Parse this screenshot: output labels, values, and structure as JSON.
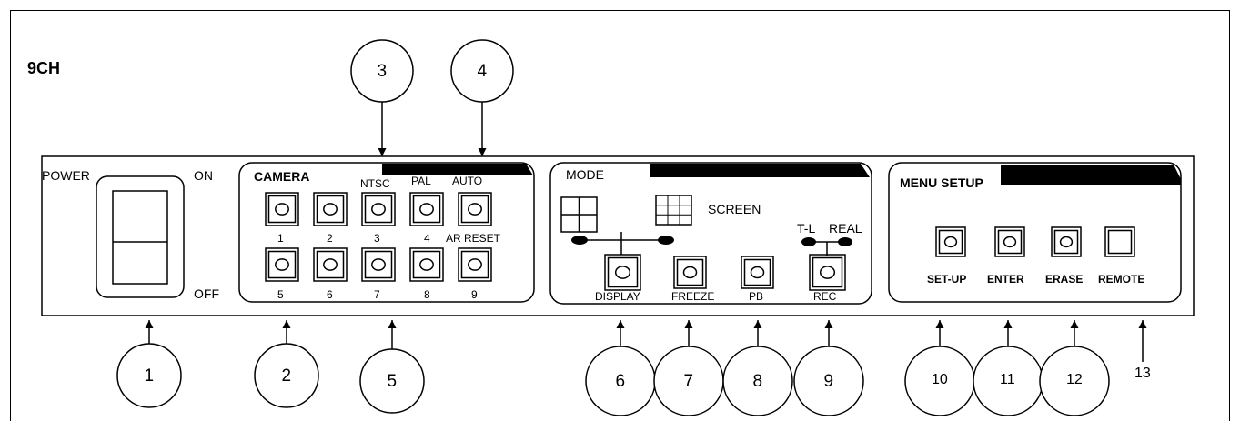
{
  "model": "9CH",
  "power": {
    "label": "POWER",
    "on": "ON",
    "off": "OFF"
  },
  "camera": {
    "title": "CAMERA",
    "top_labels": [
      "NTSC",
      "PAL",
      "AUTO"
    ],
    "row1_numbers": [
      "1",
      "2",
      "3",
      "4"
    ],
    "ar_reset": "AR RESET",
    "row2_numbers": [
      "5",
      "6",
      "7",
      "8",
      "9"
    ]
  },
  "mode": {
    "title": "MODE",
    "screen": "SCREEN",
    "tl": "T-L",
    "real": "REAL",
    "buttons": [
      "DISPLAY",
      "FREEZE",
      "PB",
      "REC"
    ]
  },
  "menu": {
    "title": "MENU SETUP",
    "buttons": [
      "SET-UP",
      "ENTER",
      "ERASE",
      "REMOTE"
    ]
  },
  "callouts": [
    "1",
    "2",
    "3",
    "4",
    "5",
    "6",
    "7",
    "8",
    "9",
    "10",
    "11",
    "12",
    "13"
  ]
}
